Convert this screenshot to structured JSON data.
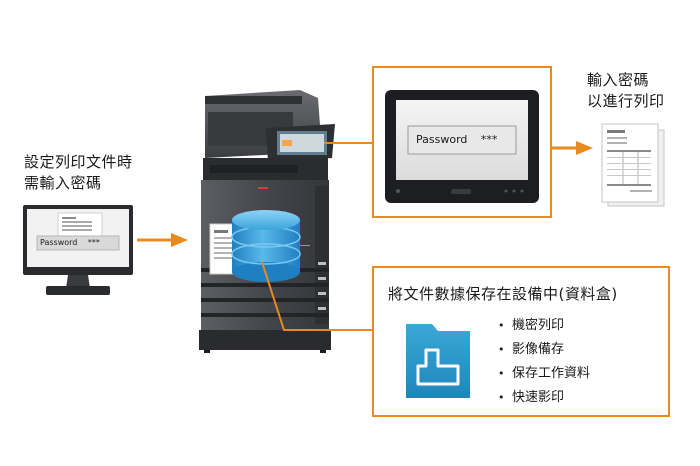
{
  "left_caption": {
    "line1": "設定列印文件時",
    "line2": "需輸入密碼"
  },
  "right_caption": {
    "line1": "輸入密碼",
    "line2": "以進行列印"
  },
  "monitor_password": {
    "label": "Password",
    "mask": "***"
  },
  "panel_password": {
    "label": "Password",
    "mask": "***"
  },
  "document_box": {
    "title": "將文件數據保存在設備中(資料盒)",
    "features": [
      "機密列印",
      "影像備存",
      "保存工作資料",
      "快速影印"
    ]
  },
  "colors": {
    "accent": "#e98a1f",
    "folder": "#2e97c8",
    "database": "#3aa4dc"
  },
  "icons": [
    "monitor-icon",
    "multifunction-printer-icon",
    "database-icon",
    "folder-icon",
    "printed-document-icon",
    "arrow-icon"
  ]
}
